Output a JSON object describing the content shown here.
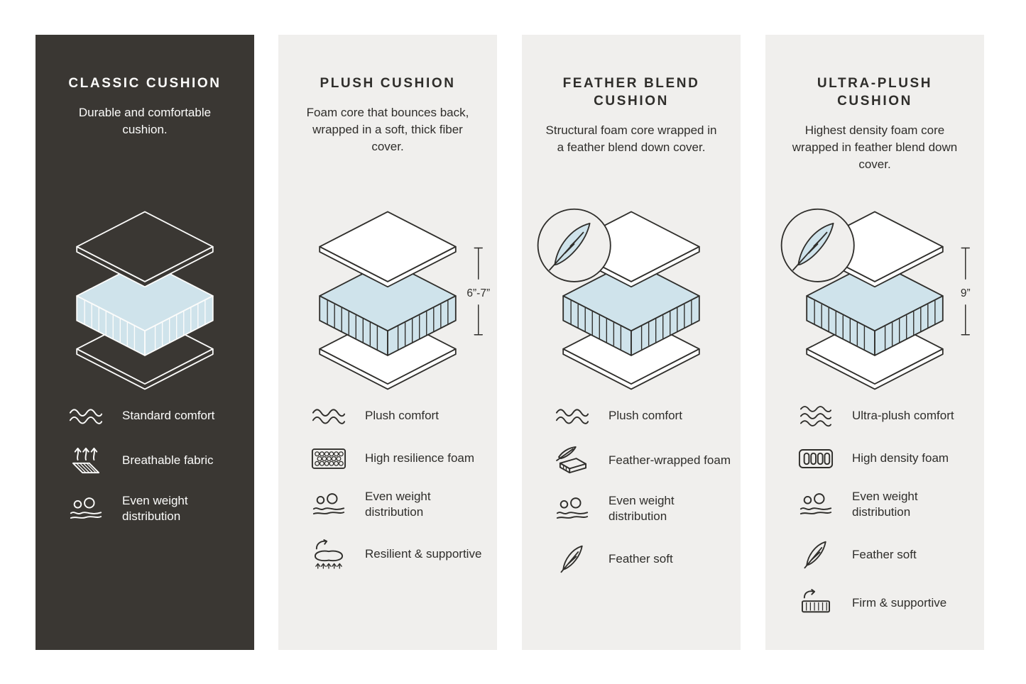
{
  "page": {
    "background": "#ffffff",
    "panel_dark_color": "#3a3733",
    "panel_light_color": "#f0efed",
    "foam_color": "#cfe3eb",
    "line_dark_color": "#2f2e2b",
    "line_light_color": "#ffffff"
  },
  "columns": [
    {
      "id": "classic",
      "title": "CLASSIC CUSHION",
      "description": "Durable and comfortable cushion.",
      "illustration": "layered-cushion",
      "features": [
        {
          "icon": "wave-icon",
          "label": "Standard comfort"
        },
        {
          "icon": "breathable-fabric-icon",
          "label": "Breathable fabric"
        },
        {
          "icon": "weight-distribution-icon",
          "label": "Even weight distribution"
        }
      ]
    },
    {
      "id": "plush",
      "title": "PLUSH CUSHION",
      "description": "Foam core that bounces back, wrapped in a soft, thick fiber cover.",
      "illustration": "layered-cushion",
      "dimension": "6”-7”",
      "features": [
        {
          "icon": "wave-icon",
          "label": "Plush comfort"
        },
        {
          "icon": "resilience-foam-icon",
          "label": "High resilience foam"
        },
        {
          "icon": "weight-distribution-icon",
          "label": "Even weight distribution"
        },
        {
          "icon": "resilient-supportive-icon",
          "label": "Resilient & supportive"
        }
      ]
    },
    {
      "id": "feather-blend",
      "title": "FEATHER BLEND CUSHION",
      "description": "Structural foam core wrapped in a feather blend down cover.",
      "illustration": "layered-cushion",
      "badge_icon": "feather-icon",
      "features": [
        {
          "icon": "wave-icon",
          "label": "Plush comfort"
        },
        {
          "icon": "feather-wrapped-foam-icon",
          "label": "Feather-wrapped foam"
        },
        {
          "icon": "weight-distribution-icon",
          "label": "Even weight distribution"
        },
        {
          "icon": "feather-icon",
          "label": "Feather soft"
        }
      ]
    },
    {
      "id": "ultra-plush",
      "title": "ULTRA-PLUSH CUSHION",
      "description": "Highest density foam core wrapped in feather blend down cover.",
      "illustration": "layered-cushion",
      "badge_icon": "feather-icon",
      "dimension": "9”",
      "features": [
        {
          "icon": "wave-icon",
          "label": "Ultra-plush comfort"
        },
        {
          "icon": "density-foam-icon",
          "label": "High density foam"
        },
        {
          "icon": "weight-distribution-icon",
          "label": "Even weight distribution"
        },
        {
          "icon": "feather-icon",
          "label": "Feather soft"
        },
        {
          "icon": "firm-supportive-icon",
          "label": "Firm & supportive"
        }
      ]
    }
  ]
}
